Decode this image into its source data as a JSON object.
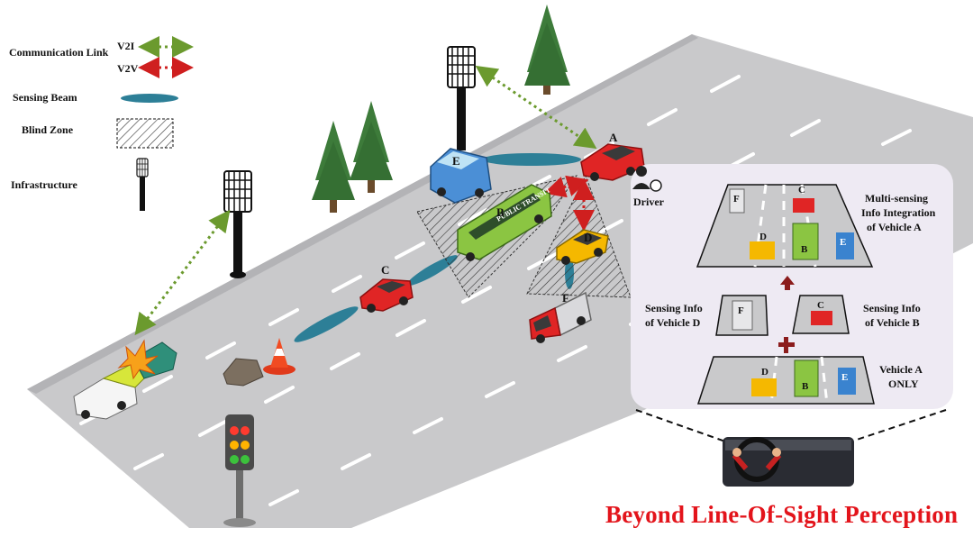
{
  "legend": {
    "communication_link_label": "Communication Link",
    "v2i_label": "V2I",
    "v2v_label": "V2V",
    "sensing_beam_label": "Sensing Beam",
    "blind_zone_label": "Blind Zone",
    "infrastructure_label": "Infrastructure"
  },
  "vehicles": {
    "a": "A",
    "b": "B",
    "c": "C",
    "d": "D",
    "e": "E",
    "f": "F"
  },
  "driver_label": "Driver",
  "bus_sign": "PUBLIC TRANSIT",
  "panel": {
    "integration_title_line1": "Multi-sensing",
    "integration_title_line2": "Info Integration",
    "integration_title_line3": "of Vehicle A",
    "vehicle_d_line1": "Sensing Info",
    "vehicle_d_line2": "of Vehicle D",
    "vehicle_b_line1": "Sensing Info",
    "vehicle_b_line2": "of Vehicle B",
    "vehicle_a_line1": "Vehicle A",
    "vehicle_a_line2": "ONLY"
  },
  "caption": "Beyond Line-Of-Sight Perception",
  "colors": {
    "v2i": "#6b9a2e",
    "v2v": "#cf1f1f",
    "beam": "#2d7f97",
    "road": "#c9c9cb",
    "caption": "#e3141b"
  }
}
